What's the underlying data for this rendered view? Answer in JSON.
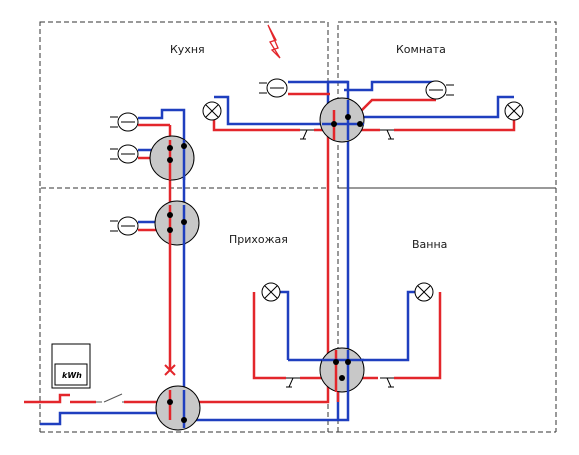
{
  "rooms": {
    "kitchen": "Кухня",
    "room": "Комната",
    "hallway": "Прихожая",
    "bathroom": "Ванна"
  },
  "meter": {
    "label": "kWh"
  },
  "colors": {
    "phase": "#e3262b",
    "neutral": "#1f3fbf",
    "junction_fill": "#c8c8c8",
    "outline": "#000000",
    "room_border": "#333333"
  }
}
